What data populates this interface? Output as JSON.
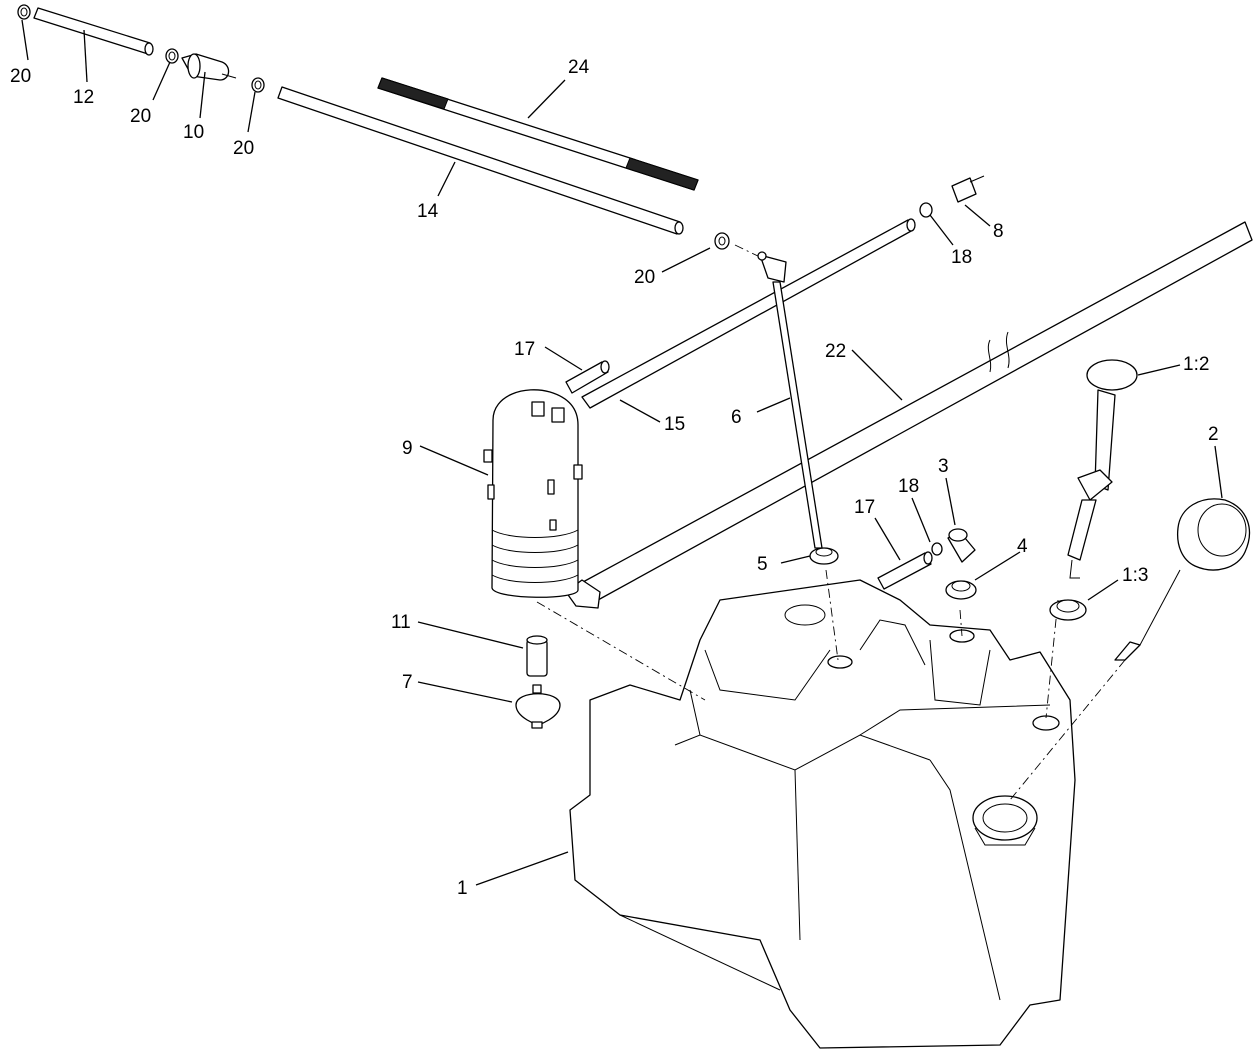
{
  "labels": {
    "l20a": "20",
    "l12": "12",
    "l20b": "20",
    "l10": "10",
    "l20c": "20",
    "l24": "24",
    "l14": "14",
    "l8": "8",
    "l18a": "18",
    "l20d": "20",
    "l17a": "17",
    "l22": "22",
    "l15": "15",
    "l6": "6",
    "l9": "9",
    "l1_2": "1:2",
    "l2": "2",
    "l3": "3",
    "l18b": "18",
    "l17b": "17",
    "l4": "4",
    "l5": "5",
    "l1_3": "1:3",
    "l11": "11",
    "l7": "7",
    "l1": "1"
  }
}
